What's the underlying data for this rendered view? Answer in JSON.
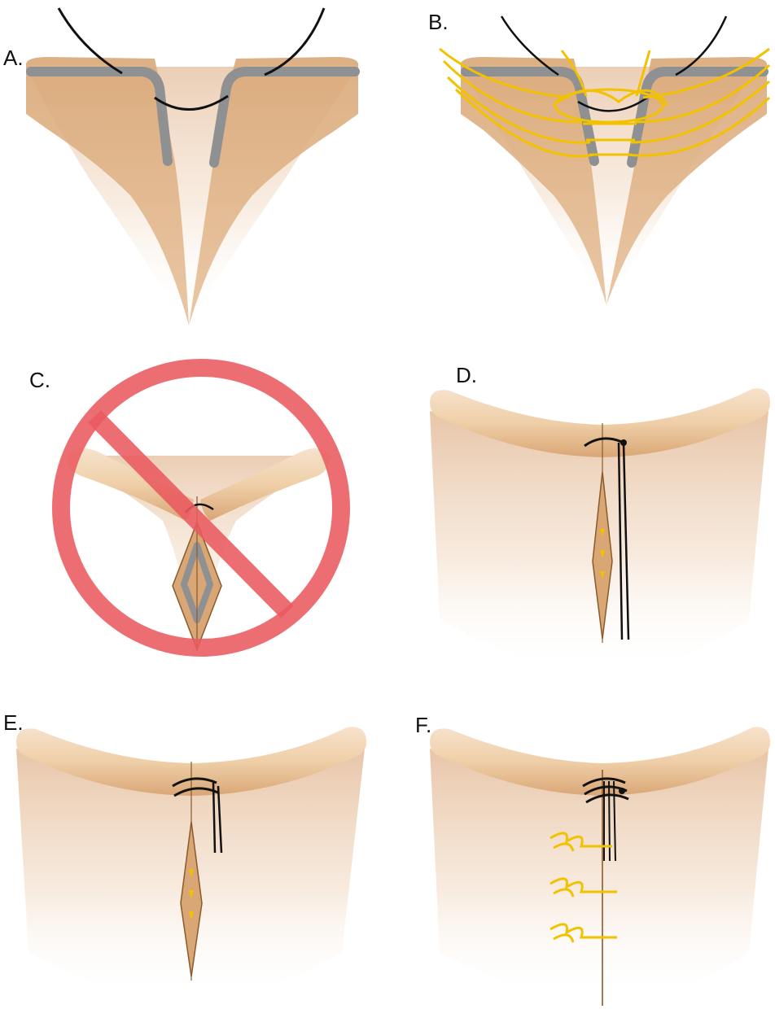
{
  "panels": {
    "a": {
      "label": "A."
    },
    "b": {
      "label": "B."
    },
    "c": {
      "label": "C."
    },
    "d": {
      "label": "D."
    },
    "e": {
      "label": "E."
    },
    "f": {
      "label": "F."
    }
  },
  "colors": {
    "skin": "#e8c39a",
    "skin_dark": "#c9956a",
    "incision_edge": "#8a5a2b",
    "dermis": "#8f9092",
    "suture_black": "#111111",
    "suture_yellow": "#f2c200",
    "prohibition_red": "#ea5a5f"
  }
}
